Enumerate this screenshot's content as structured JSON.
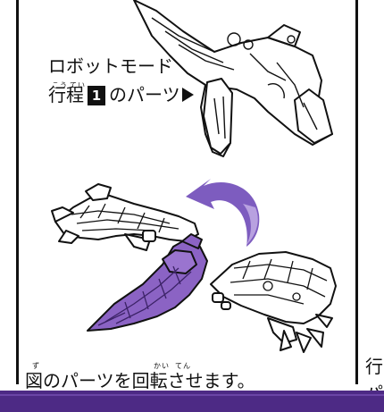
{
  "reference": {
    "line1": "ロボットモード",
    "line2_prefix": "行程",
    "step_number": "1",
    "line2_suffix": "のパーツ",
    "ruby_kou": "こう",
    "ruby_tei": "てい"
  },
  "instruction": {
    "text": "図のパーツを回転させます。",
    "ruby_zu": "ず",
    "ruby_kai": "かい",
    "ruby_ten": "てん"
  },
  "side_text": {
    "line1": "行",
    "line2": "パ"
  },
  "colors": {
    "highlight_purple": "#8b63c4",
    "rotation_arrow": "#7d5cbf",
    "bottom_bar": "#4d2a85"
  }
}
